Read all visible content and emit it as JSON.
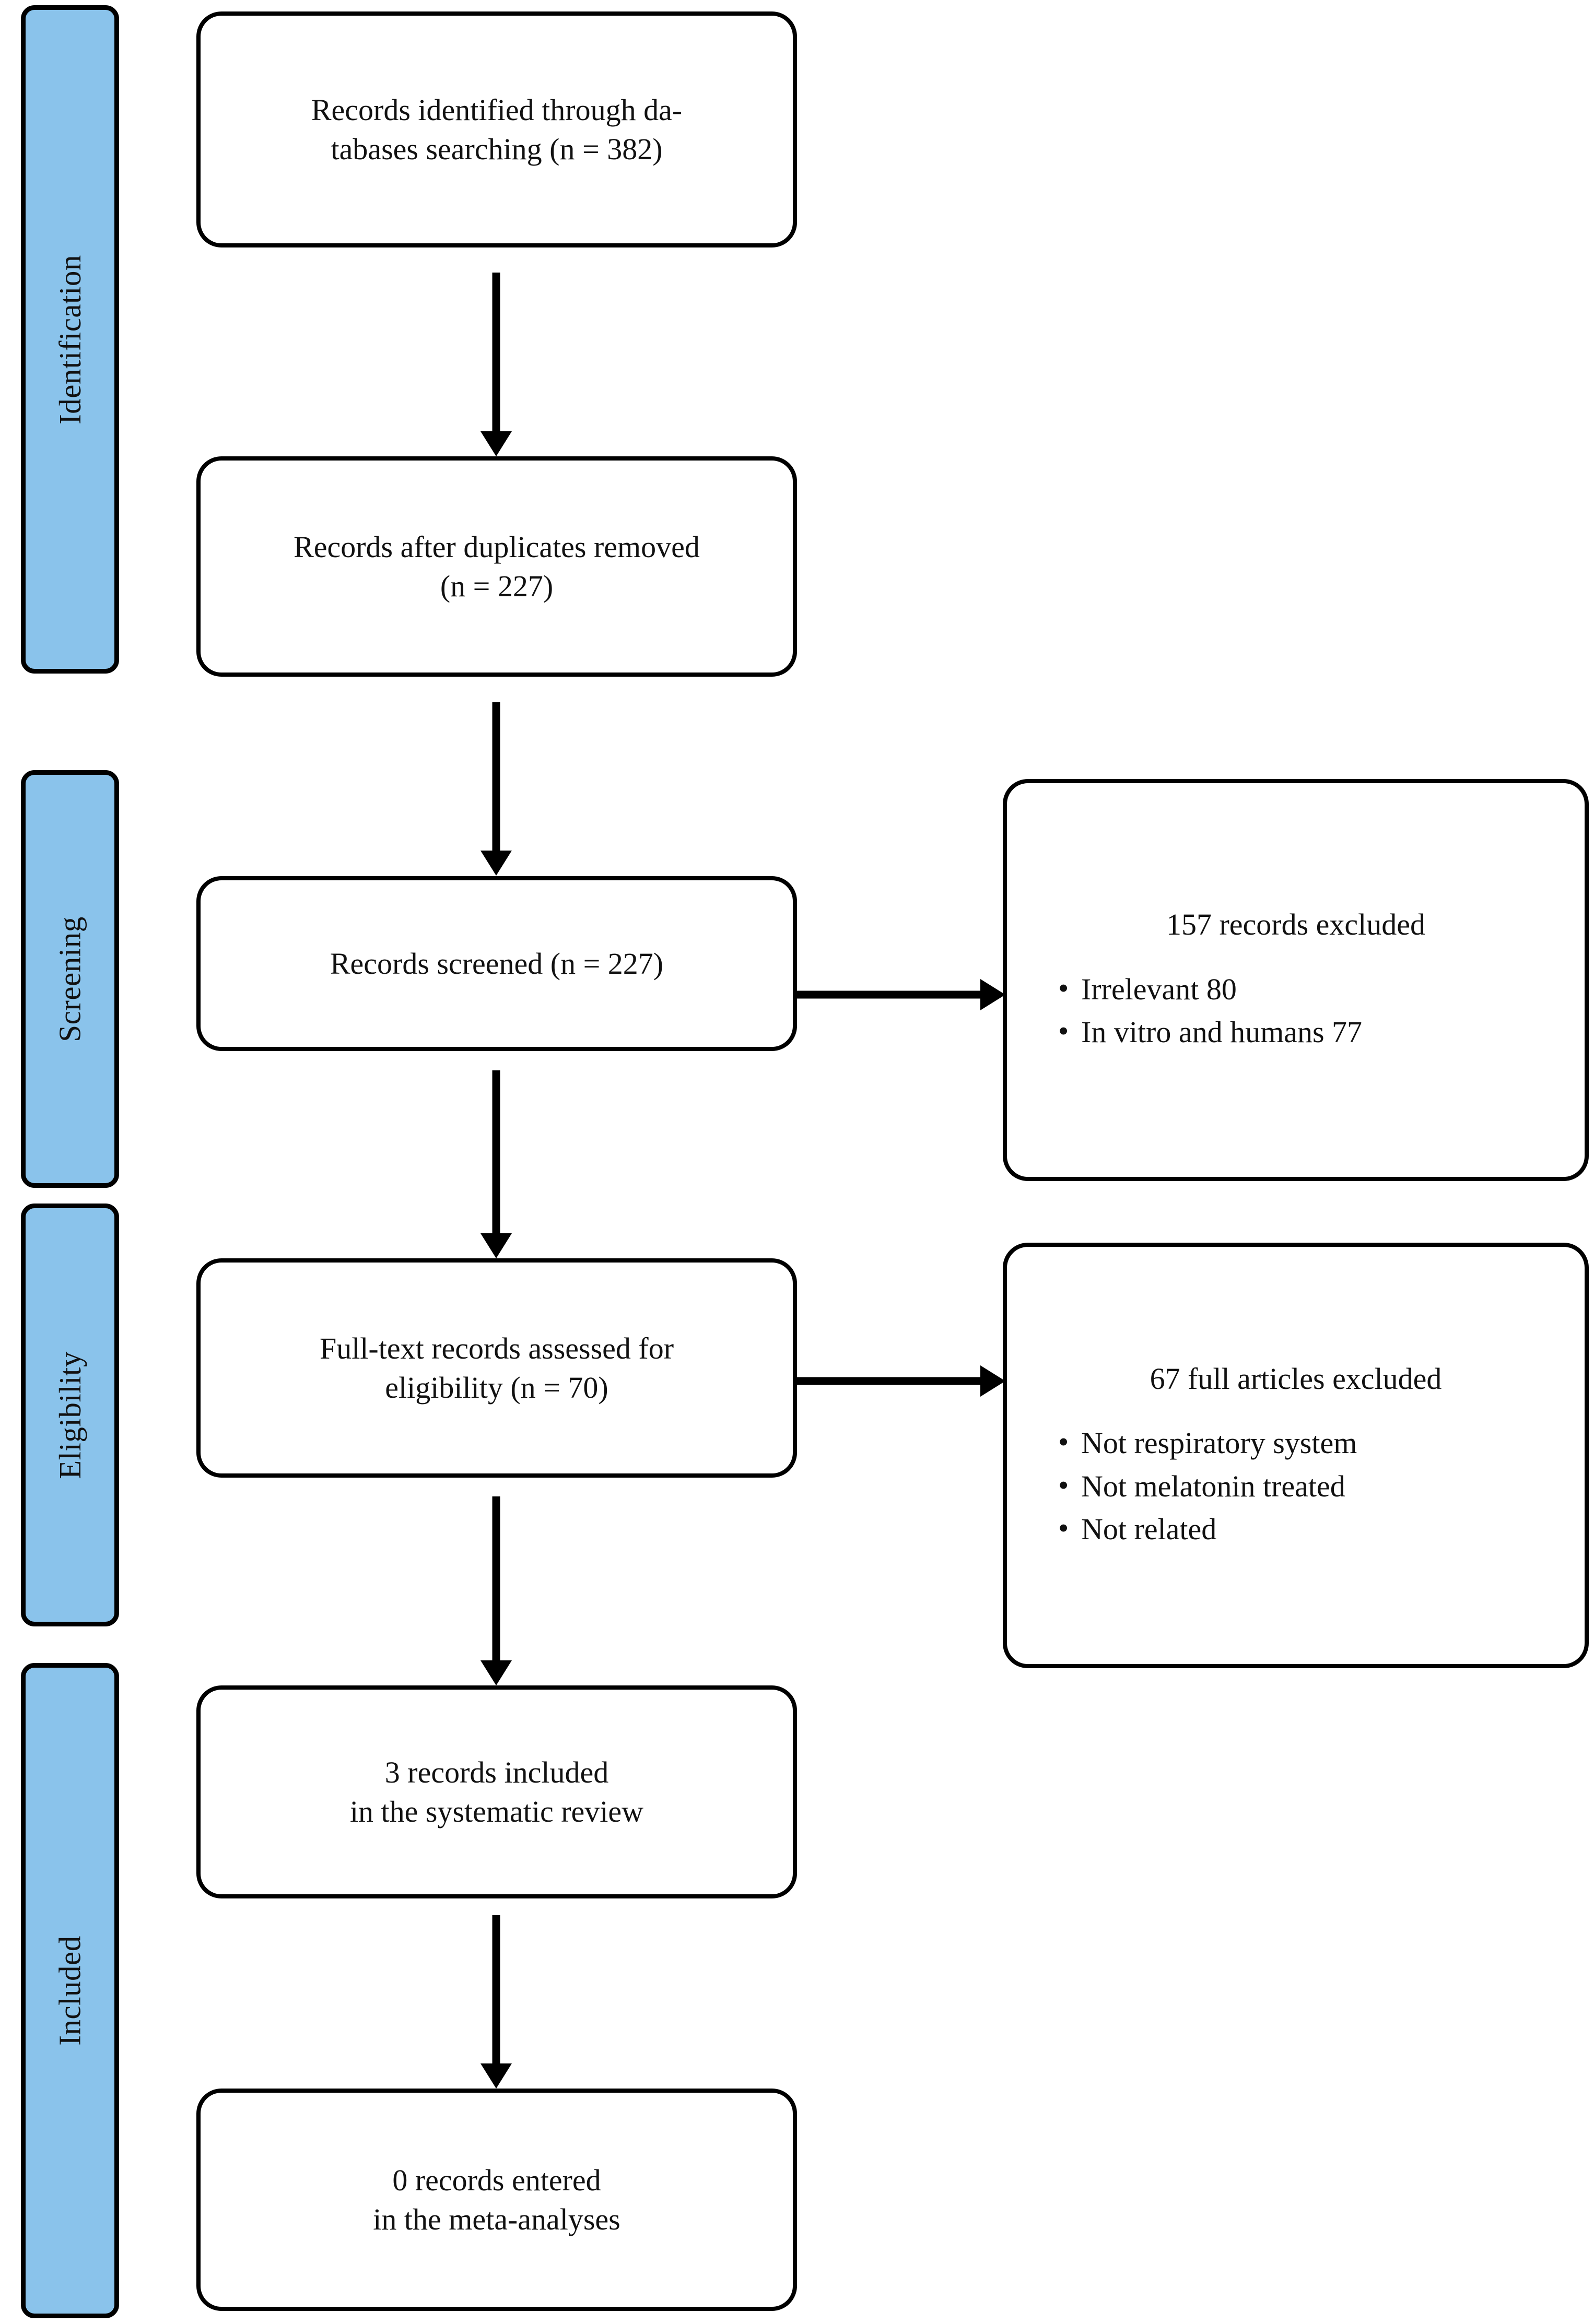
{
  "diagram": {
    "type": "prisma-flow-diagram",
    "colors": {
      "stage_bar_fill": "#8ac3eb",
      "stage_bar_border": "#000000",
      "box_fill": "#ffffff",
      "box_border": "#000000",
      "text": "#111111",
      "arrow": "#000000"
    }
  },
  "stages": [
    {
      "id": "identification",
      "label": "Identification"
    },
    {
      "id": "screening",
      "label": "Screening"
    },
    {
      "id": "eligibility",
      "label": "Eligibility"
    },
    {
      "id": "included",
      "label": "Included"
    }
  ],
  "flow_boxes": [
    {
      "id": "records-identified",
      "lines": [
        "Records identified through da-",
        "tabases searching (n = 382)"
      ],
      "n": 382
    },
    {
      "id": "records-after-duplicates",
      "lines": [
        "Records after duplicates removed",
        "(n = 227)"
      ],
      "n": 227
    },
    {
      "id": "records-screened",
      "lines": [
        "Records screened (n = 227)"
      ],
      "n": 227
    },
    {
      "id": "full-text-assessed",
      "lines": [
        "Full-text records assessed for",
        "eligibility (n = 70)"
      ],
      "n": 70
    },
    {
      "id": "records-included-review",
      "lines": [
        "3 records included",
        "in the systematic review"
      ],
      "n": 3
    },
    {
      "id": "records-entered-meta",
      "lines": [
        "0 records entered",
        "in the meta-analyses"
      ],
      "n": 0
    }
  ],
  "excluded_boxes": [
    {
      "id": "screening-excluded",
      "heading": "157 records excluded",
      "count": 157,
      "bullet_glyph": "•",
      "reasons": [
        "Irrelevant 80",
        "In vitro and humans 77"
      ]
    },
    {
      "id": "eligibility-excluded",
      "heading": "67 full articles excluded",
      "count": 67,
      "bullet_glyph": "•",
      "reasons": [
        "Not respiratory system",
        "Not melatonin treated",
        "Not related"
      ]
    }
  ]
}
